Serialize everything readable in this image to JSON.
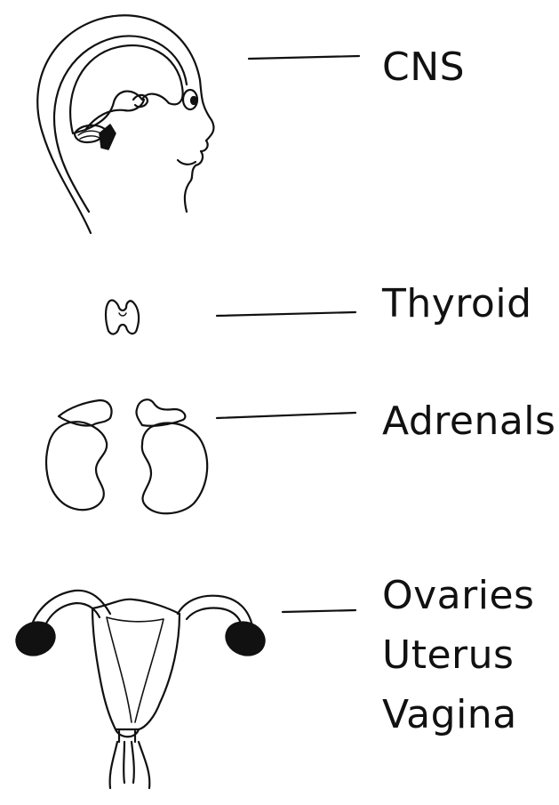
{
  "labels": {
    "cns": "CNS",
    "thyroid": "Thyroid",
    "adrenals": "Adrenals",
    "ovaries": "Ovaries",
    "uterus": "Uterus",
    "vagina": "Vagina"
  },
  "colors": {
    "ink": "#111111",
    "background": "#ffffff"
  }
}
